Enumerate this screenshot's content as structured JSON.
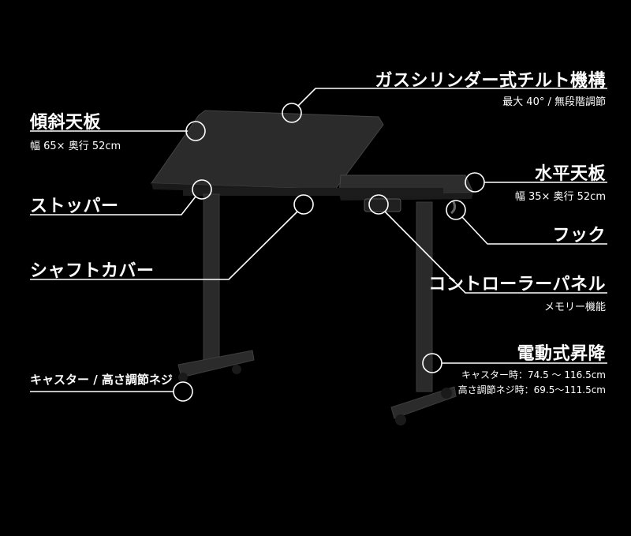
{
  "callouts": {
    "gas_cylinder": {
      "title": "ガスシリンダー式チルト機構",
      "sub": "最大 40° / 無段階調節"
    },
    "tilt_top": {
      "title": "傾斜天板",
      "sub": "幅 65× 奥行 52cm"
    },
    "flat_top": {
      "title": "水平天板",
      "sub": "幅 35× 奥行 52cm"
    },
    "stopper": {
      "title": "ストッパー"
    },
    "hook": {
      "title": "フック"
    },
    "shaft_cover": {
      "title": "シャフトカバー"
    },
    "controller": {
      "title": "コントローラーパネル",
      "sub": "メモリー機能"
    },
    "electric_lift": {
      "title": "電動式昇降",
      "sub1": "キャスター時：74.5 ～ 116.5cm",
      "sub2": "高さ調節ネジ時：69.5～111.5cm"
    },
    "caster": {
      "title": "キャスター / 高さ調節ネジ"
    }
  },
  "colors": {
    "background": "#000000",
    "desk": "#2a2a2a",
    "line": "#ffffff"
  }
}
